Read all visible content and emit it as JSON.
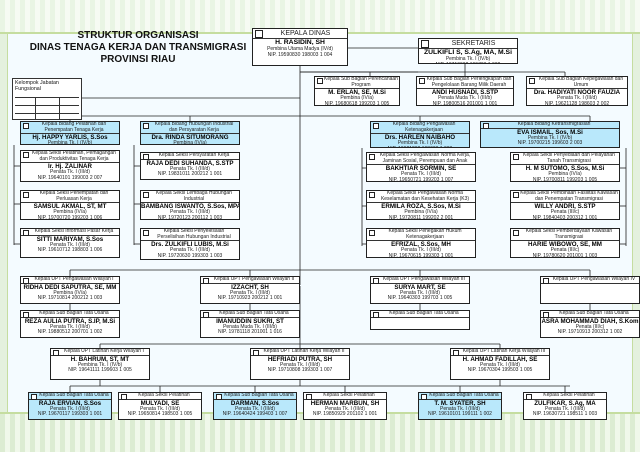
{
  "title": [
    "STRUKTUR ORGANISASI",
    "DINAS TENAGA KERJA DAN TRANSMIGRASI",
    "PROVINSI RIAU"
  ],
  "legend": "Kelompok Jabatan Fungsional",
  "units": [
    {
      "id": "kadis",
      "title": "KEPALA DINAS",
      "name": "H. RASIDIN, SH",
      "rank": "Pembina Utama Madya (IV/d)",
      "nip": "NIP. 19590830 198003 1 004"
    },
    {
      "id": "sekretaris",
      "title": "SEKRETARIS",
      "name": "ZULKIFLI S, S.Ag, MA, M.Si",
      "rank": "Pembina Tk. I (IV/b)",
      "nip": "NIP. 19710902 199703 1 002"
    },
    {
      "id": "sub-perencanaan",
      "title": "Kepala Sub Bagian Perencanaan Program",
      "name": "M. ERLAN, SE, M.Si",
      "rank": "Pembina (IV/a)",
      "nip": "NIP. 19680618 199203 1 005"
    },
    {
      "id": "sub-keuangan",
      "title": "Kepala Sub Bagian Perlengkapan dan Pengelolaan Barang Milik Daerah",
      "name": "ANDI HUSNADI, S.STP",
      "rank": "Penata Muda Tk. I (III/b)",
      "nip": "NIP. 19800516 201001 1 001"
    },
    {
      "id": "sub-umum",
      "title": "Kepala Sub Bagian Kepegawaian dan Umum",
      "name": "Dra. HADIYATI NOOR FAUZIA",
      "rank": "Penata Tk. I (III/d)",
      "nip": "NIP. 19621128 198603 2 002"
    },
    {
      "id": "bid-pelatihan",
      "title": "Kepala Bidang Pelatihan dan Penempatan Tenaga Kerja",
      "name": "Hj. HAPPY YARLIS, S.Sos",
      "rank": "Pembina Tk. I (IV/b)",
      "nip": "NIP. 19610317 198103 2 001"
    },
    {
      "id": "bid-hubungan",
      "title": "Kepala Bidang Hubungan Industrial dan Persyaratan Kerja",
      "name": "Dra. RINDA SITUMORANG",
      "rank": "Pembina (IV/a)",
      "nip": "NIP. 19650426 199203 2 004"
    },
    {
      "id": "bid-pengawasan",
      "title": "Kepala Bidang Pengawasan Ketenagakerjaan",
      "name": "Drs. HARLEN NAIBAHO",
      "rank": "Pembina Tk. I (IV/b)",
      "nip": "NIP. 19621230 198603 1 003"
    },
    {
      "id": "bid-transmigrasi",
      "title": "Kepala Bidang Ketransmigrasian",
      "name": "EVA ISMAIL, Sos, M.Si",
      "rank": "Pembina Tk. I (IV/b)",
      "nip": "NIP. 19700215 199603 2 003"
    },
    {
      "id": "s1",
      "title": "Kepala Seksi Pelatihan, Pemagangan dan Produktivitas Tenaga Kerja",
      "name": "Ir. Hj. ZALINAR",
      "rank": "Penata Tk. I (III/d)",
      "nip": "NIP. 19640101 199003 2 007"
    },
    {
      "id": "s2",
      "title": "Kepala Seksi Penempatan dan Perluasan Kerja",
      "name": "SAMSUL AKMAL, ST, MT",
      "rank": "Pembina (IV/a)",
      "nip": "NIP. 19700720 199203 1 006"
    },
    {
      "id": "s3",
      "title": "Kepala Seksi Informasi Pasar Kerja",
      "name": "SITTI MARIYAM, S.Sos",
      "rank": "Penata Tk. I (III/d)",
      "nip": "NIP. 19610712 198803 1 006"
    },
    {
      "id": "s4",
      "title": "Kepala Seksi Persyaratan Kerja",
      "name": "RAJA DEDI SUHANDA, S.STP",
      "rank": "Penata Tk. I (III/d)",
      "nip": "NIP. 19831011 200212 1 001"
    },
    {
      "id": "s5",
      "title": "Kepala Seksi Lembaga Hubungan Industrial",
      "name": "BAMBANG ISWANTO, S.Sos, MPA",
      "rank": "Penata Tk. I (III/d)",
      "nip": "NIP. 19720123 200112 1 003"
    },
    {
      "id": "s6",
      "title": "Kepala Seksi Penyelesaian Perselisihan Hubungan Industrial",
      "name": "Drs. ZULKIFLI LUBIS, M.Si",
      "rank": "Penata Tk. I (III/d)",
      "nip": "NIP. 19720630 199303 1 003"
    },
    {
      "id": "s7",
      "title": "Kepala Seksi Pengawasan Norma Kerja, Jaminan Sosial, Perempuan dan Anak",
      "name": "BAKHTIAR SORMIN, SE",
      "rank": "Penata Tk. I (III/d)",
      "nip": "NIP. 19650721 199203 1 007"
    },
    {
      "id": "s8",
      "title": "Kepala Seksi Pengawasan Norma Keselamatan dan Kesehatan Kerja (K3)",
      "name": "ERMILA ROZA, S.Sos, M.Si",
      "rank": "Pembina (IV/a)",
      "nip": "NIP. 19720811 199202 2 001"
    },
    {
      "id": "s9",
      "title": "Kepala Seksi Penegakan Hukum Ketenagakerjaan",
      "name": "EFRIZAL, S.Sos, MH",
      "rank": "Penata Tk. I (III/d)",
      "nip": "NIP. 19670615 199303 1 001"
    },
    {
      "id": "s10",
      "title": "Kepala Seksi Penyediaan dan Pelayanan Tanah Transmigrasi",
      "name": "H. M SUTOMO, S.Sos, M.Si",
      "rank": "Pembina (IV/a)",
      "nip": "NIP. 19700811 199203 1 005"
    },
    {
      "id": "s11",
      "title": "Kepala Seksi Pembinaan Fasilitas Kawasan dan Penempatan Transmigrasi",
      "name": "WILLY ANDRI, S.STP",
      "rank": "Penata (III/c)",
      "nip": "NIP. 19840403 200312 1 001"
    },
    {
      "id": "s12",
      "title": "Kepala Seksi Pemberdayaan Kawasan Transmigrasi",
      "name": "HARIE WIBOWO, SE, MM",
      "rank": "Penata (III/c)",
      "nip": "NIP. 19780620 201001 1 003"
    },
    {
      "id": "upt1",
      "title": "Kepala UPT Pengawasan Wilayah I",
      "name": "RIDHA DEDI SAPUTRA, SE, MM",
      "rank": "Pembina (IV/a)",
      "nip": "NIP. 19710814 200212 1 003"
    },
    {
      "id": "upt2",
      "title": "Kepala UPT Pengawasan Wilayah II",
      "name": "IZZACHT, SH",
      "rank": "Penata Tk. I (III/d)",
      "nip": "NIP. 19710923 200212 1 001"
    },
    {
      "id": "upt3",
      "title": "Kepala UPT Pengawasan Wilayah III",
      "name": "SURYA MART, SE",
      "rank": "Penata Tk. I (III/d)",
      "nip": "NIP. 19640303 199703 1 005"
    },
    {
      "id": "upt4",
      "title": "Kepala UPT Pengawasan Wilayah IV",
      "name": "",
      "rank": "",
      "nip": ""
    },
    {
      "id": "tu1",
      "title": "Kepala Sub Bagian Tata Usaha",
      "name": "REZA AULIA PUTRA, S.IP, M.Si",
      "rank": "Penata Tk. I (III/d)",
      "nip": "NIP. 19880512 200701 1 002"
    },
    {
      "id": "tu2",
      "title": "Kepala Sub Bagian Tata Usaha",
      "name": "IMANUDDIN SUKRI, ST",
      "rank": "Penata Muda Tk. I (III/b)",
      "nip": "NIP. 19781118 201001 1 016"
    },
    {
      "id": "tu3",
      "title": "Kepala Sub Bagian Tata Usaha",
      "name": "",
      "rank": "",
      "nip": ""
    },
    {
      "id": "tu4",
      "title": "Kepala Sub Bagian Tata Usaha",
      "name": "ASRA MOHAMMAD DIAH, S.Kom",
      "rank": "Penata (III/c)",
      "nip": "NIP. 19710913 200312 1 002"
    },
    {
      "id": "lk1",
      "title": "Kepala UPT Latihan Kerja Wilayah I",
      "name": "H. BAHRUM, ST, MT",
      "rank": "Pembina Tk. I (IV/b)",
      "nip": "NIP. 19641111 199603 1 005"
    },
    {
      "id": "lk2",
      "title": "Kepala UPT Latihan Kerja Wilayah II",
      "name": "HEFRIADI PUTRA, SH",
      "rank": "Penata Tk. I (III/d)",
      "nip": "NIP. 19710808 199303 1 007"
    },
    {
      "id": "lk3",
      "title": "Kepala UPT Latihan Kerja Wilayah III",
      "name": "H. AHMAD FADILLAH, SE",
      "rank": "Penata Tk. I (III/d)",
      "nip": "NIP. 19670304 199503 1 005"
    },
    {
      "id": "p1",
      "title": "Kepala Sub Bagian Tata Usaha",
      "name": "RAJA ERVIAN, S.Sos",
      "rank": "Penata Tk. I (III/d)",
      "nip": "NIP. 19670117 199303 1 001"
    },
    {
      "id": "p2",
      "title": "Kepala Seksi Pelatihan",
      "name": "MULYADI, SE",
      "rank": "Penata Tk. I (III/d)",
      "nip": "NIP. 19650814 198503 1 005"
    },
    {
      "id": "p3",
      "title": "Kepala Sub Bagian Tata Usaha",
      "name": "DARMAN, S.Sos",
      "rank": "Penata Tk. I (III/d)",
      "nip": "NIP. 19640424 199403 1 007"
    },
    {
      "id": "p4",
      "title": "Kepala Seksi Pelatihan",
      "name": "HERMAN MARBUN, SH",
      "rank": "Penata Tk. I (III/d)",
      "nip": "NIP. 19850929 201102 1 001"
    },
    {
      "id": "p5",
      "title": "Kepala Sub Bagian Tata Usaha",
      "name": "T. M. SYATER, SH",
      "rank": "Penata Tk. I (III/d)",
      "nip": "NIP. 19610101 199111 1 002"
    },
    {
      "id": "p6",
      "title": "Kepala Seksi Pelatihan",
      "name": "ZULFIKAR, S.Ag, MA",
      "rank": "Penata Tk. I (III/d)",
      "nip": "NIP. 19630721 198511 1 003"
    }
  ]
}
